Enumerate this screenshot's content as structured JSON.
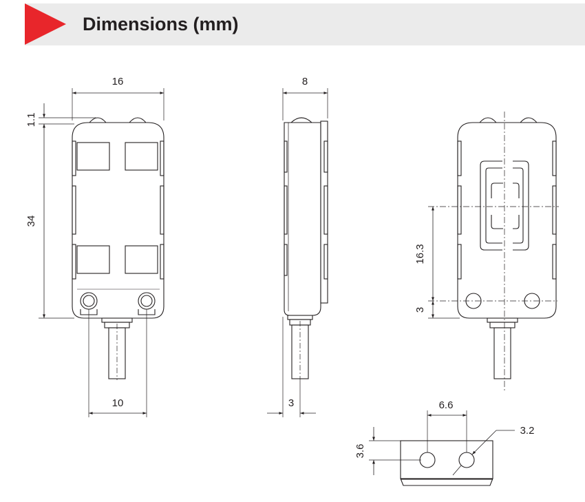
{
  "header": {
    "title": "Dimensions (mm)",
    "accent": "#e8262b"
  },
  "dims": {
    "front_width": "16",
    "front_top": "1.1",
    "front_height": "34",
    "front_hole_spacing": "10",
    "side_width": "8",
    "side_cable": "3",
    "back_center": "16.3",
    "back_hole": "3",
    "bottom_spacing": "6.6",
    "bottom_height": "3.6",
    "bottom_hole_dia": "3.2"
  }
}
